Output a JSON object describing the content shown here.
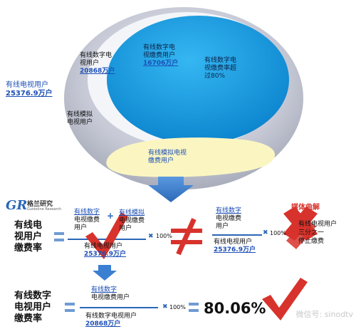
{
  "venn": {
    "total_label": "有线电视用户",
    "total_value": "25376.9万户",
    "analog_users_label": "有线模拟\n电视用户",
    "digital_label": "有线数字电\n视用户",
    "digital_value": "20868万户",
    "digital_paying_label": "有线数字电\n视缴费用户",
    "digital_paying_value": "16706万户",
    "rate_note": "有线数字电\n视缴费率超\n过80%",
    "analog_paying_label": "有线模拟电视\n缴费用户"
  },
  "logo": {
    "title": "格兰研究",
    "subtitle": "Guideline Research",
    "mark": "GR"
  },
  "formula1": {
    "label": "有线电\n视用户\n缴费率",
    "num_a": "有线数字",
    "num_a_sub": "电视缴费\n用户",
    "plus": "+",
    "num_b": "有线模拟",
    "num_b_sub": "电视缴费\n用户",
    "den_label": "有线电视用户",
    "den_value": "25376.9万户",
    "times": "✖",
    "pct": "100%"
  },
  "formula2": {
    "num": "有线数字",
    "num_sub": "电视缴费\n用户",
    "den_label": "有线电视用户",
    "den_value": "25376.9万户",
    "times": "✖",
    "pct": "100%"
  },
  "media": {
    "title": "媒体曲解",
    "text": "有线电视用户\n三分之一\n停止缴费"
  },
  "formula3": {
    "label": "有线数字\n电视用户\n缴费率",
    "num": "有线数字",
    "num_sub": "电视缴费用户",
    "den_label": "有线数字电视用户",
    "den_value": "20868万户",
    "times": "✖",
    "pct": "100%",
    "result": "80.06%"
  },
  "watermark": "微信号: sinodtv",
  "colors": {
    "outer_ring": "#b9bcc8",
    "inner_disc": "#0f92d9",
    "inner_disc2": "#1aa3e8",
    "yellow": "#fbf6c1",
    "arrow_blue": "#3a7fd1",
    "red": "#d8322c",
    "eq_blue": "#6f9bd4"
  }
}
